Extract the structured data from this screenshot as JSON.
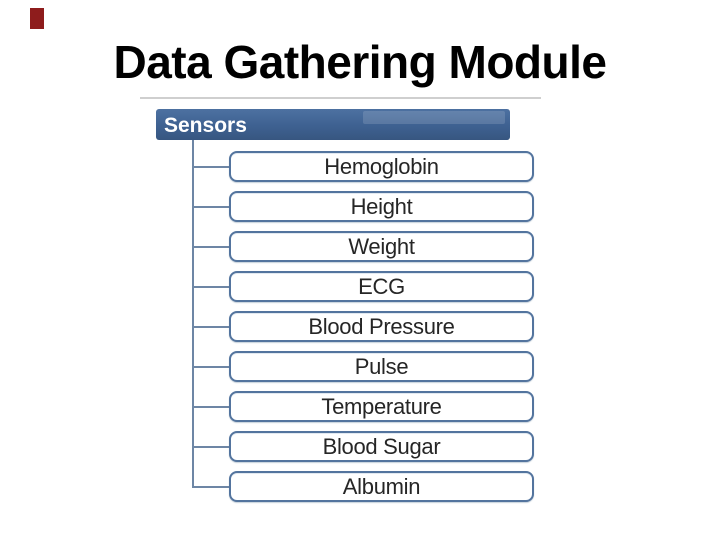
{
  "slide": {
    "title": "Data Gathering Module",
    "corner_mark_color": "#8e1c1c"
  },
  "diagram": {
    "root": {
      "label": "Sensors"
    },
    "children": [
      {
        "label": "Hemoglobin"
      },
      {
        "label": "Height"
      },
      {
        "label": "Weight"
      },
      {
        "label": "ECG"
      },
      {
        "label": "Blood Pressure"
      },
      {
        "label": "Pulse"
      },
      {
        "label": "Temperature"
      },
      {
        "label": "Blood Sugar"
      },
      {
        "label": "Albumin"
      }
    ],
    "colors": {
      "title_text": "#000000",
      "divider": "#cfcfcf",
      "root_fill": "#3e6191",
      "root_fill_light": "#4d71a1",
      "root_fill_dark": "#375680",
      "root_text": "#ffffff",
      "connector": "#6d86a5",
      "box_border": "#53749e",
      "box_fill": "#ffffff",
      "box_text": "#262626"
    }
  }
}
